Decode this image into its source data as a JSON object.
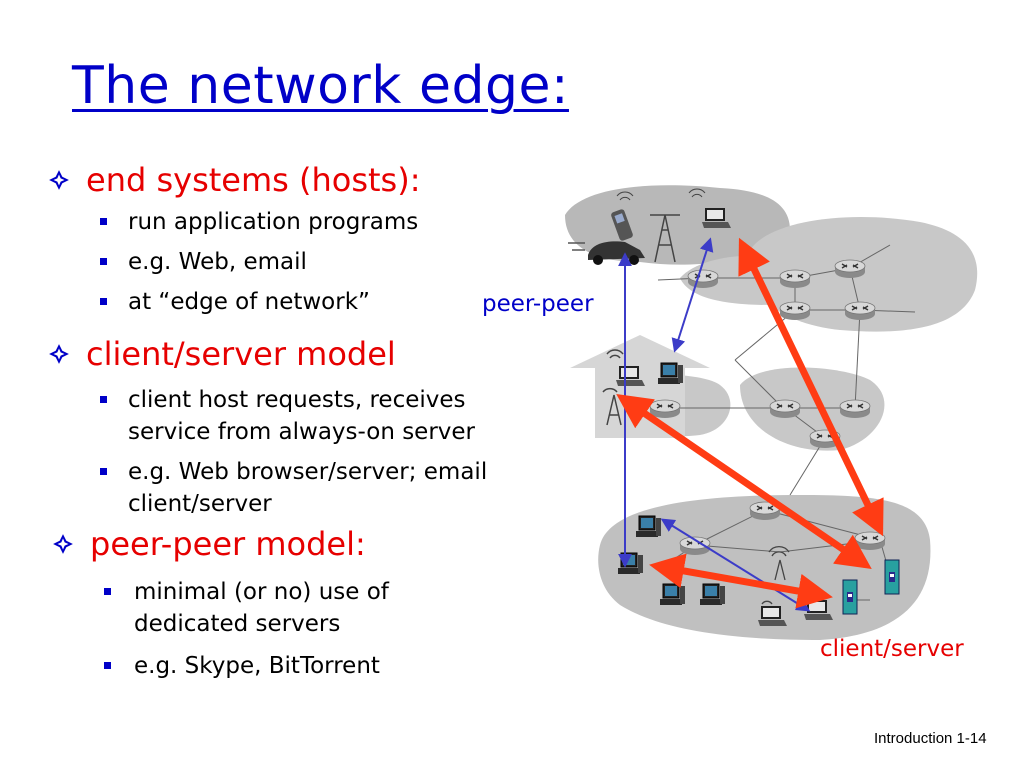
{
  "title": "The network edge:",
  "sections": [
    {
      "heading": "end systems (hosts):",
      "items": [
        "run application programs",
        "e.g. Web, email",
        "at “edge of network”"
      ]
    },
    {
      "heading": "client/server model",
      "items": [
        "client host requests, receives service from always-on server",
        "e.g. Web browser/server; email client/server"
      ]
    },
    {
      "heading": "peer-peer model:",
      "items": [
        "minimal (or no) use of dedicated servers",
        "e.g. Skype,  BitTorrent"
      ]
    }
  ],
  "diagram": {
    "label_peer": "peer-peer",
    "label_client_server": "client/server"
  },
  "footer": "Introduction 1-14",
  "colors": {
    "title": "#0000c8",
    "heading": "#e60000",
    "bullet_square": "#0000c8",
    "cloud": "#b8b8b8",
    "arrow_red": "#ff3c14",
    "arrow_blue": "#3c3cc8"
  }
}
